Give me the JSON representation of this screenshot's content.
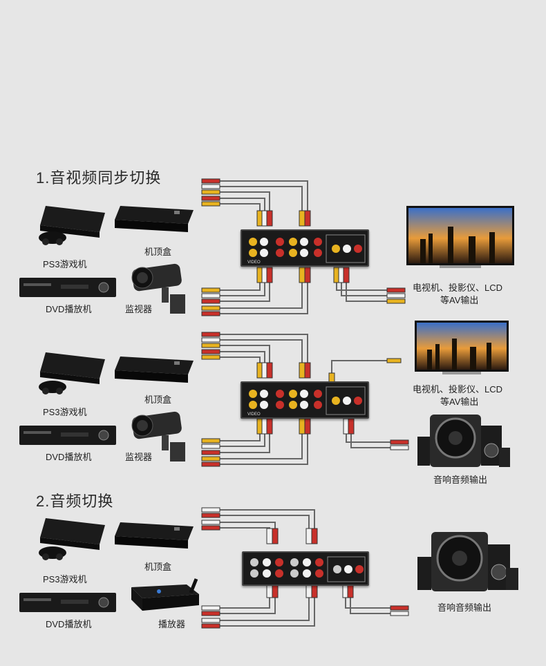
{
  "sections": [
    {
      "heading": "1.音视频同步切换"
    },
    {
      "heading": "2.音频切换"
    }
  ],
  "labels": {
    "ps3": "PS3游戏机",
    "settop": "机顶盒",
    "dvd": "DVD播放机",
    "monitor": "监视器",
    "tv_line1": "电视机、投影仪、LCD",
    "tv_line2": "等AV输出",
    "speaker": "音响音频输出",
    "player": "播放器"
  },
  "switch_labels": {
    "video": "VIDEO"
  },
  "colors": {
    "background": "#e6e6e6",
    "plug_yellow": "#e8b320",
    "plug_red": "#c8302a",
    "plug_white": "#f2f2f2",
    "wire": "#555555",
    "switch_body": "#1a1a1a"
  }
}
